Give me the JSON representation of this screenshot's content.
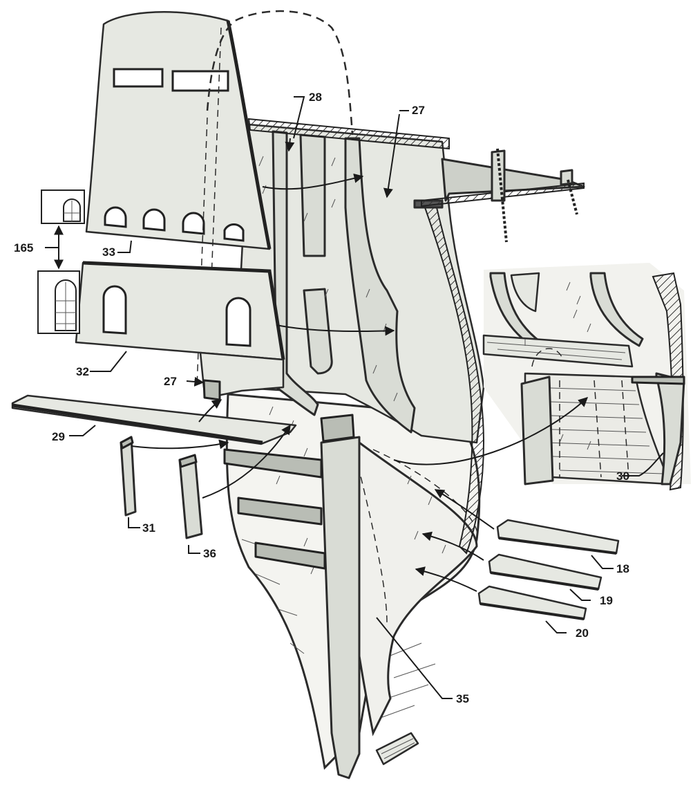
{
  "labels": {
    "l165": "165",
    "l33": "33",
    "l32": "32",
    "l27a": "27",
    "l27b": "27",
    "l28": "28",
    "l29": "29",
    "l31": "31",
    "l36": "36",
    "l30": "30",
    "l18": "18",
    "l19": "19",
    "l20": "20",
    "l35": "35"
  }
}
